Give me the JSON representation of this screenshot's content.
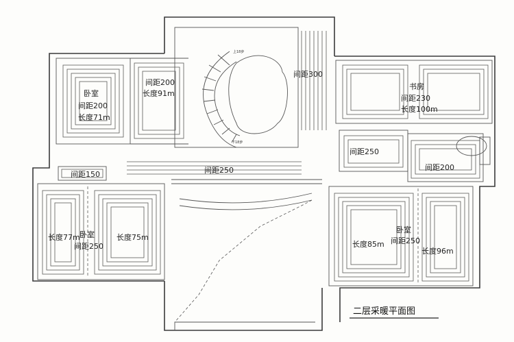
{
  "labels": {
    "room_nw_name": "卧室",
    "room_nw_spacing": "间距200",
    "room_nw_length": "长度71m",
    "corridor_top_spacing": "间距200",
    "corridor_top_length": "长度91m",
    "stair_spacing": "间距300",
    "study_name": "书房",
    "study_spacing": "间距230",
    "study_length": "长度100m",
    "west_spacing": "间距150",
    "hall_spacing": "间距250",
    "east_mid_spacing": "间距250",
    "east_small_spacing": "间距200",
    "room_sw_name": "卧室",
    "room_sw_spacing": "间距250",
    "room_sw_length_left": "长度77m",
    "room_sw_length_right": "长度75m",
    "room_se_name": "卧室",
    "room_se_spacing": "间距250",
    "room_se_length_left": "长度85m",
    "room_se_length_right": "长度96m",
    "stair_up": "上18步",
    "stair_down": "下18步"
  },
  "title": "二层采暖平面图"
}
